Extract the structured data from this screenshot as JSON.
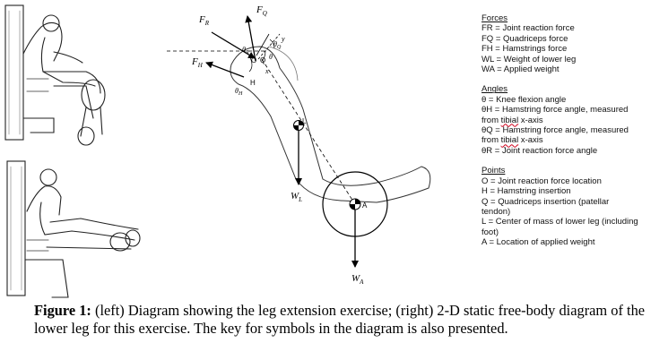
{
  "diagram_labels": {
    "force_R": "F",
    "force_R_sub": "R",
    "force_Q": "F",
    "force_Q_sub": "Q",
    "force_H": "F",
    "force_H_sub": "H",
    "weight_L": "W",
    "weight_L_sub": "L",
    "weight_A": "W",
    "weight_A_sub": "A",
    "point_O": "O",
    "point_Q": "Q",
    "point_H": "H",
    "point_L": "L",
    "point_A": "A",
    "axis_y": "y",
    "axis_x": "x",
    "angle_theta": "θ",
    "angle_R": "θ",
    "angle_R_sub": "R",
    "angle_Q": "θ",
    "angle_Q_sub": "Q",
    "angle_H": "θ",
    "angle_H_sub": "H"
  },
  "key": {
    "forces": {
      "heading": "Forces",
      "items": [
        "FR = Joint reaction force",
        "FQ = Quadriceps force",
        "FH = Hamstrings force",
        "WL = Weight of lower leg",
        "WA = Applied weight"
      ]
    },
    "angles": {
      "heading": "Angles",
      "items": [
        "θ = Knee flexion angle",
        "θH = Hamstring force angle, measured",
        "θQ = Hamstring force angle, measured",
        "θR = Joint reaction force angle"
      ],
      "from_prefix": "from ",
      "from_tibial": "tibial",
      "from_suffix": " x-axis"
    },
    "points": {
      "heading": "Points",
      "items": [
        "O = Joint reaction force location",
        "H = Hamstring insertion",
        "Q = Quadriceps insertion (patellar",
        "tendon)",
        "L = Center of mass of lower leg (including",
        "foot)",
        "A = Location of applied weight"
      ]
    }
  },
  "caption": {
    "label": "Figure 1:",
    "text": " (left) Diagram showing the leg extension exercise; (right) 2-D static free-body diagram of the lower leg for this exercise. The key for symbols in the diagram is also presented."
  }
}
